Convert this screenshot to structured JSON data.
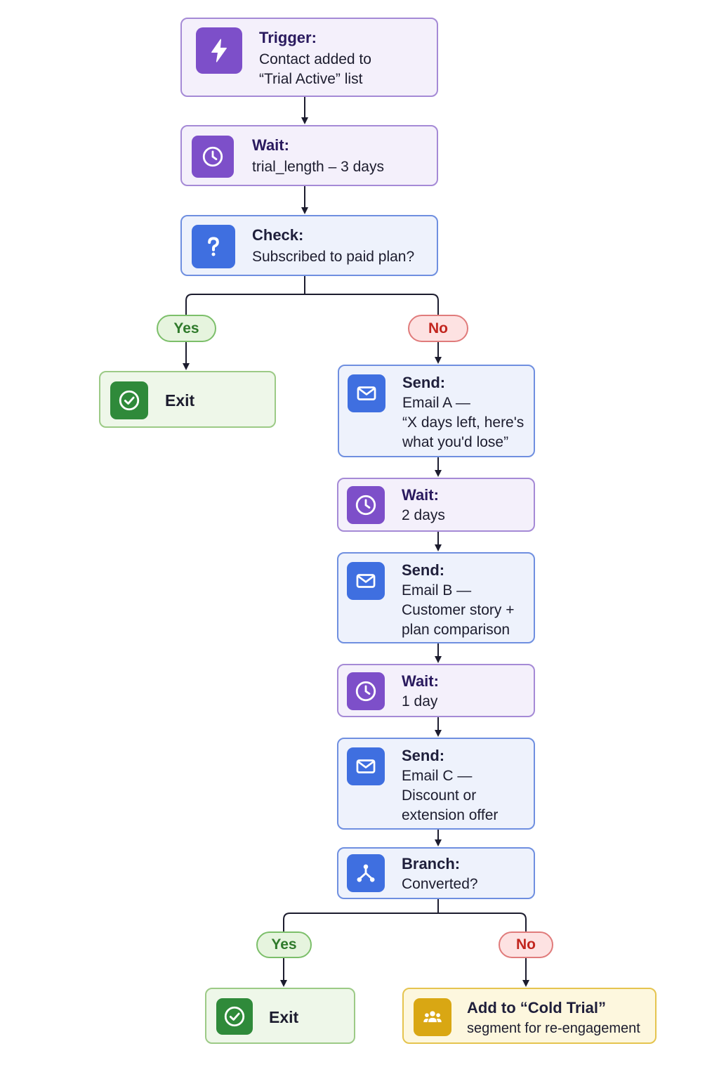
{
  "nodes": {
    "trigger": {
      "title": "Trigger:",
      "lines": [
        "Contact added to",
        "“Trial Active” list"
      ],
      "icon": "lightning-icon"
    },
    "wait1": {
      "title": "Wait:",
      "lines": [
        "trial_length – 3 days"
      ],
      "icon": "clock-icon"
    },
    "check": {
      "title": "Check:",
      "lines": [
        "Subscribed to paid plan?"
      ],
      "icon": "question-icon"
    },
    "exit1": {
      "label": "Exit",
      "icon": "check-circle-icon"
    },
    "send_a": {
      "title": "Send:",
      "lines": [
        "Email A —",
        "“X days left, here's",
        "what you'd lose”"
      ],
      "icon": "envelope-icon"
    },
    "wait2": {
      "title": "Wait:",
      "lines": [
        "2 days"
      ],
      "icon": "clock-icon"
    },
    "send_b": {
      "title": "Send:",
      "lines": [
        "Email B —",
        "Customer story +",
        "plan comparison"
      ],
      "icon": "envelope-icon"
    },
    "wait3": {
      "title": "Wait:",
      "lines": [
        "1 day"
      ],
      "icon": "clock-icon"
    },
    "send_c": {
      "title": "Send:",
      "lines": [
        "Email C —",
        "Discount or",
        "extension offer"
      ],
      "icon": "envelope-icon"
    },
    "branch": {
      "title": "Branch:",
      "lines": [
        "Converted?"
      ],
      "icon": "branch-icon"
    },
    "exit2": {
      "label": "Exit",
      "icon": "check-circle-icon"
    },
    "cold_trial": {
      "title": "Add to “Cold Trial”",
      "lines": [
        "segment for re-engagement"
      ],
      "icon": "people-group-icon"
    }
  },
  "branch_labels": {
    "check_yes": "Yes",
    "check_no": "No",
    "branch_yes": "Yes",
    "branch_no": "No"
  },
  "colors": {
    "purple_accent": "#7d4fc9",
    "blue_accent": "#3f6fe0",
    "green_accent": "#2f8a3a",
    "yellow_accent": "#d9a713",
    "connector": "#1c1c2e"
  }
}
